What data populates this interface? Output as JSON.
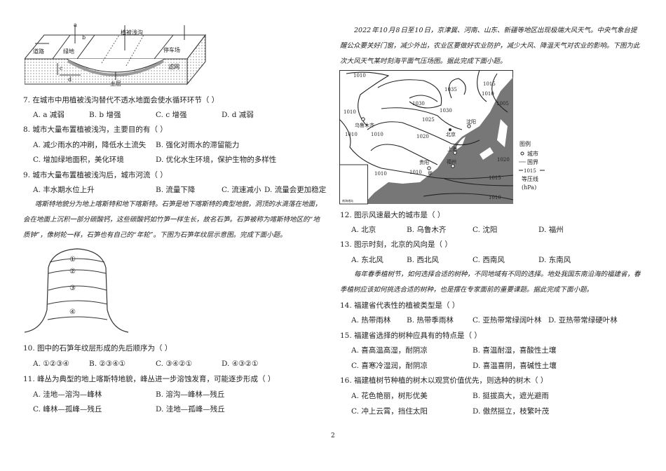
{
  "figure1": {
    "labels": {
      "a": "a",
      "b": "b",
      "c": "c",
      "d": "d",
      "veg": "植被浅沟",
      "road": "道路",
      "green": "绿地",
      "parking": "停车场",
      "filter": "滤网",
      "soil": "土层"
    }
  },
  "q7": {
    "stem": "7. 在城市中用植被浅沟替代不透水地面会使水循环环节（   ）",
    "options": [
      "A. a 减弱",
      "B. b 增强",
      "C. c 增强",
      "D. d 减弱"
    ]
  },
  "q8": {
    "stem": "8. 城市大量布置植被浅沟，主要目的有（   ）",
    "options": [
      "A. 减少雨水的冲刷，降低水土流失",
      "B. 强化对雨水的滞留能力",
      "C. 增加绿地面积，美化环境",
      "D. 优化水生环境，保护生物的多样性"
    ]
  },
  "q9": {
    "stem": "9. 城市大量布置植被浅沟后，城市河流（   ）",
    "options": [
      "A. 丰水期水位上升",
      "B. 流量下降",
      "C. 流速减小",
      "D. 流量会更加稳定"
    ]
  },
  "passage2": [
    "喀斯特地貌分为地上喀斯特和地下喀斯特。石笋是地下喀斯特的典型地貌，洞顶的水滴落在地面，",
    "会在地面上沉积一部分碳酸钙，这些碳酸钙如竹笋一样生长，故名石笋。石笋被称为喀斯特地区的“地",
    "质钟”，像树轮一样，石笋也有自己的“年轮”。下图为石笋年纹层示意图。完成下面小题。"
  ],
  "figure2": {
    "layers": [
      "①",
      "②",
      "③",
      "④"
    ]
  },
  "q10": {
    "stem": "10. 图中的石笋年纹层形成的先后顺序为（   ）",
    "options": [
      "A. ①②③④",
      "B. ②③④①",
      "C. ③④②①",
      "D. ④③②①"
    ]
  },
  "q11": {
    "stem": "11. 峰丛为典型的地上喀斯特地貌，峰丛进一步溶蚀发育，可能逐步形成（   ）",
    "options": [
      "A. 洼地—溶沟—峰林",
      "B. 溶沟—峰林—残丘",
      "C. 峰林—孤峰—残丘",
      "D. 洼地—孤峰—残丘"
    ]
  },
  "passage3": [
    "2022 年 10 月 8 日至 10 日，京津冀、河南、山东、新疆等地区出现极端大风天气。中央气象台提",
    "醒公众要关好门窗，减少外出，农业区要做好农业防护，减少大风、降温天气对农业的影响。下图为此",
    "次大风天气某时刻海平面气压场图。据此完成下面小题。"
  ],
  "map": {
    "cities": [
      "乌鲁木齐",
      "北京",
      "沈阳",
      "上海",
      "福州",
      "贵阳"
    ],
    "marker": "甲",
    "isobars": [
      "1010",
      "1035",
      "1015",
      "1010",
      "1005",
      "1030",
      "1010",
      "1025",
      "1030",
      "1010",
      "1010",
      "1020",
      "1020",
      "1010",
      "1010",
      "1015",
      "1010"
    ],
    "inset": "南海诸岛",
    "legend": {
      "title": "图例",
      "city": "城市",
      "border": "国界",
      "isobar_value": "1015",
      "isobar": "等压线",
      "unit": "(hPa)"
    }
  },
  "q12": {
    "stem": "12. 图示风速最大的城市是（   ）",
    "options": [
      "A. 北京",
      "B. 乌鲁木齐",
      "C. 沈阳",
      "D. 福州"
    ]
  },
  "q13": {
    "stem": "13. 图示时刻，北京的风向是（   ）",
    "options": [
      "A. 东北风",
      "B. 西北风",
      "C. 西南风",
      "D. 东南风"
    ]
  },
  "passage4": [
    "每年春季植树节，如何选择合适的树种，不同地域有不同的选择。地处我国东南沿海的福建省，春",
    "季植树应该如何挑选合适的树种，也是摆在专家面前的重要课题。据此完成下面小题。"
  ],
  "q14": {
    "stem": "14. 福建省代表性的植被类型是（   ）",
    "options": [
      "A. 热带雨林",
      "B. 热带季雨林",
      "C. 亚热带常绿阔叶林",
      "D. 亚热带常绿硬叶林"
    ]
  },
  "q15": {
    "stem": "15. 福建省选择的树种应具有的特点是（   ）",
    "options": [
      "A. 喜高温高湿，耐阴凉",
      "B. 喜温耐湿，喜酸性土壤",
      "C. 喜寒冷湿润，耐阴凉",
      "D. 喜温喜阴，喜碱性土壤"
    ]
  },
  "q16": {
    "stem": "16. 福建植树节种植的树木以观赏价值优先，则选种的树木（   ）",
    "options": [
      "A. 花色艳丽，树形优美",
      "B. 挺拔高大，遮光避雨",
      "C. 冲上云霄，挡住太阳",
      "D. 傲然挺立，枝繁叶茂"
    ]
  },
  "page_number": "2"
}
